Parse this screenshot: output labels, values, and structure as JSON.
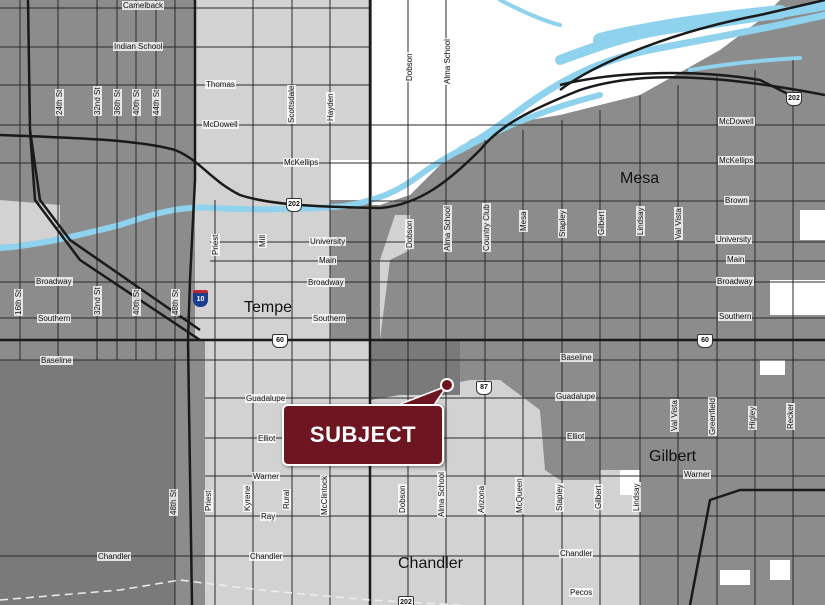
{
  "cities": {
    "mesa": "Mesa",
    "tempe": "Tempe",
    "chandler": "Chandler",
    "gilbert": "Gilbert"
  },
  "subject_label": "SUBJECT",
  "highways": {
    "i10": "10",
    "sr202_top": "202",
    "sr202_mid": "202",
    "sr202_bottom": "202",
    "us60_west": "60",
    "us60_east": "60",
    "sr87": "87"
  },
  "streets_horizontal": {
    "camelback": "Camelback",
    "indian_school": "Indian School",
    "thomas": "Thomas",
    "mcdowell_west": "McDowell",
    "mckellips_west": "McKellips",
    "university_west": "University",
    "main_west": "Main",
    "broadway_west": "Broadway",
    "southern_west": "Southern",
    "baseline_west": "Baseline",
    "broadway_far_west": "Broadway",
    "southern_far_west": "Southern",
    "guadalupe_west": "Guadalupe",
    "elliot_west": "Elliot",
    "warner_west": "Warner",
    "ray": "Ray",
    "chandler_west": "Chandler",
    "chandler_mid": "Chandler",
    "chandler_east": "Chandler",
    "mcdowell_east": "McDowell",
    "mckellips_east": "McKellips",
    "brown": "Brown",
    "university_east": "University",
    "main_east": "Main",
    "broadway_east": "Broadway",
    "southern_east": "Southern",
    "baseline_east": "Baseline",
    "guadalupe_east": "Guadalupe",
    "elliot_east": "Elliot",
    "warner_east": "Warner",
    "pecos": "Pecos"
  },
  "streets_vertical": {
    "24th": "24th St",
    "32nd": "32nd St",
    "36th": "36th St",
    "40th": "40th St",
    "44th": "44th St",
    "scottsdale": "Scottsdale",
    "hayden": "Hayden",
    "dobson_north": "Dobson",
    "alma_north": "Alma School",
    "priest_north": "Priest",
    "mill": "Mill",
    "dobson_mid": "Dobson",
    "alma_mid": "Alma School",
    "country_club": "Country Club",
    "mesa_dr": "Mesa",
    "stapley_north": "Stapley",
    "gilbert_north": "Gilbert",
    "lindsay_north": "Lindsay",
    "val_vista_north": "Val Vista",
    "16th": "16th St",
    "32nd_s": "32nd St",
    "40th_s": "40th St",
    "48th_s": "48th St",
    "48th_south": "48th St",
    "priest_south": "Priest",
    "kyrene": "Kyrene",
    "rural": "Rural",
    "mcclintock": "McClintock",
    "dobson_south": "Dobson",
    "alma_south": "Alma School",
    "arizona": "Arizona",
    "mcqueen": "McQueen",
    "stapley_south": "Stapley",
    "gilbert_south": "Gilbert",
    "lindsay_south": "Lindsay",
    "val_vista_south": "Val Vista",
    "greenfield": "Greenfield",
    "higley": "Higley",
    "recker": "Recker"
  },
  "colors": {
    "background": "#8c8c8c",
    "light_area": "#d4d4d4",
    "white_area": "#ffffff",
    "water": "#8fd2ee",
    "road": "#2a2a2a",
    "subject": "#6e1522"
  }
}
